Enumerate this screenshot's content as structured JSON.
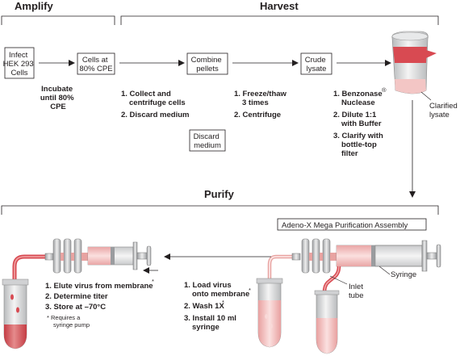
{
  "sections": {
    "amplify": "Amplify",
    "harvest": "Harvest",
    "purify": "Purify"
  },
  "boxes": {
    "infect": [
      "Infect",
      "HEK 293",
      "Cells"
    ],
    "cells_cpe": [
      "Cells at",
      "80% CPE"
    ],
    "combine": [
      "Combine",
      "pellets"
    ],
    "crude": [
      "Crude",
      "lysate"
    ],
    "discard": [
      "Discard",
      "medium"
    ],
    "assembly": "Adeno-X Mega Purification Assembly"
  },
  "steps": {
    "incubate": [
      "Incubate",
      "until 80%",
      "CPE"
    ],
    "collect": [
      "1. Collect and",
      "centrifuge cells",
      "2. Discard medium"
    ],
    "freeze": [
      "1. Freeze/thaw",
      "3 times",
      "2. Centrifuge"
    ],
    "benzonase": [
      "1. Benzonase",
      "Nuclease",
      "2. Dilute 1:1",
      "with Buffer",
      "3. Clarify with",
      "bottle-top",
      "filter"
    ],
    "benzonase_mark": "®",
    "elute": [
      "1. Elute virus from membrane",
      "2. Determine titer",
      "3. Store at –70°C"
    ],
    "elute_mark": "*",
    "elute_note": [
      "*  Requires a",
      "syringe pump"
    ],
    "load": [
      "1. Load virus",
      "onto membrane",
      "2. Wash 1X",
      "3. Install 10 ml",
      "syringe"
    ],
    "load_mark": "*",
    "wash_mark": "*"
  },
  "labels": {
    "clarified": [
      "Clarified",
      "lysate"
    ],
    "syringe": "Syringe",
    "inlet": [
      "Inlet",
      "tube"
    ]
  },
  "colors": {
    "pink": "#e8a3a1",
    "red": "#cf4a4e",
    "grey": "#d9dadb",
    "line": "#231f20"
  }
}
